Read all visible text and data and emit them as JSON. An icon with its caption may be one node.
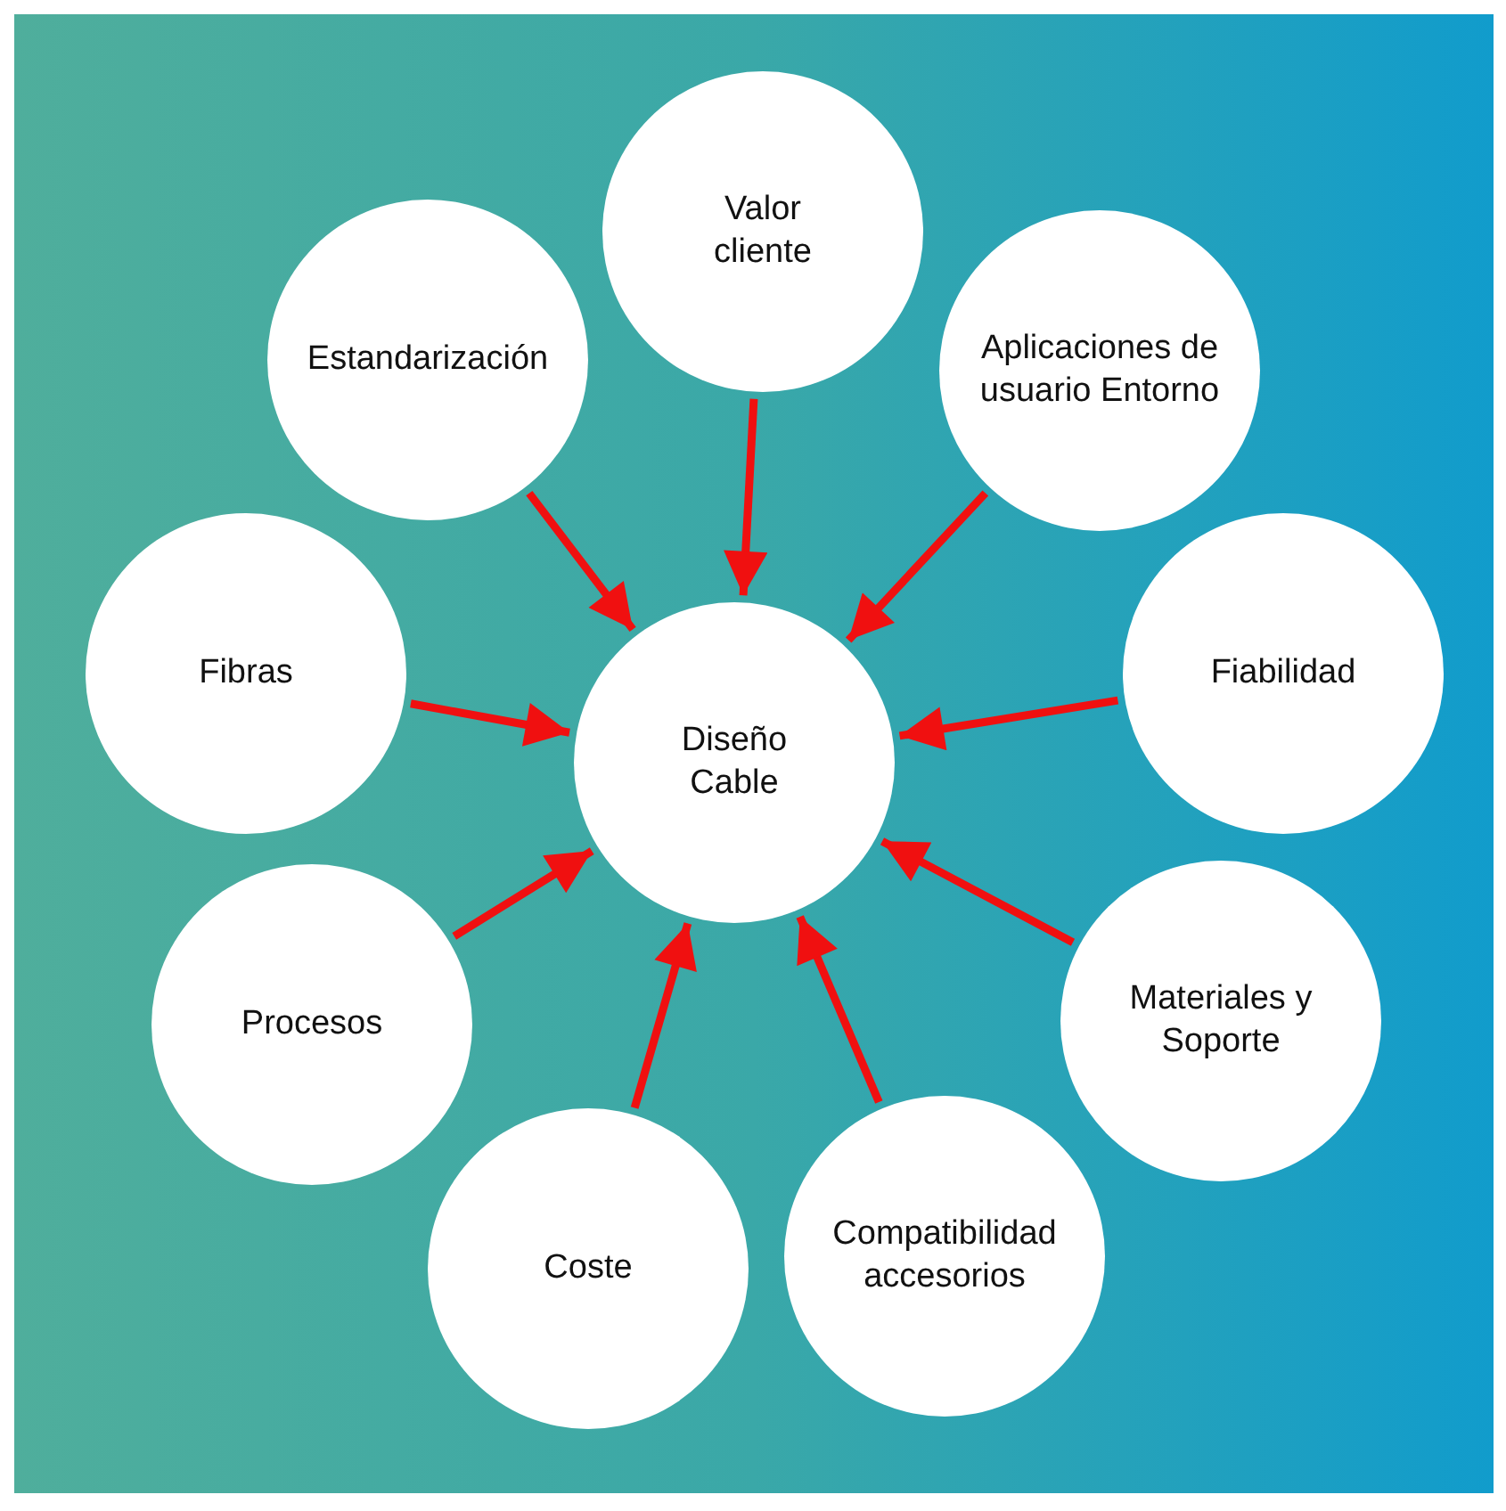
{
  "diagram": {
    "nodes": [
      {
        "text": [
          "Valor cliente"
        ]
      },
      {
        "text": [
          "Estandarización"
        ]
      },
      {
        "text": [
          "Aplicaciones de usuario Entorno"
        ]
      },
      {
        "text": [
          "Fibras"
        ]
      },
      {
        "text": [
          "Diseño Cable"
        ]
      },
      {
        "text": [
          "Fiabilidad"
        ]
      },
      {
        "text": [
          "Procesos"
        ]
      },
      {
        "text": [
          "Materiales y Soporte"
        ]
      },
      {
        "text": [
          "Coste"
        ]
      },
      {
        "text": [
          "Compatibilidad accesorios"
        ]
      }
    ],
    "edges": [
      {
        "from": 0,
        "to": 4,
        "arrow": "to"
      },
      {
        "from": 1,
        "to": 4,
        "arrow": "to"
      },
      {
        "from": 2,
        "to": 4,
        "arrow": "to"
      },
      {
        "from": 3,
        "to": 4,
        "arrow": "to"
      },
      {
        "from": 5,
        "to": 4,
        "arrow": "to"
      },
      {
        "from": 6,
        "to": 4,
        "arrow": "to"
      },
      {
        "from": 7,
        "to": 4,
        "arrow": "to"
      },
      {
        "from": 8,
        "to": 4,
        "arrow": "to"
      },
      {
        "from": 9,
        "to": 4,
        "arrow": "to"
      }
    ]
  }
}
